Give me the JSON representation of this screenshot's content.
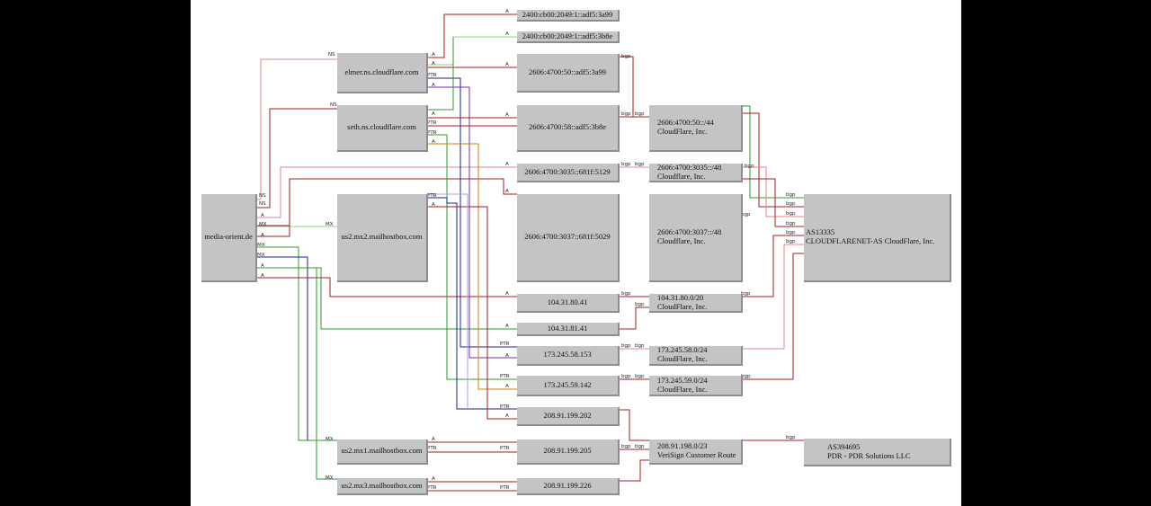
{
  "edge_labels": {
    "ns": "NS",
    "a": "A",
    "mx": "MX",
    "ptr": "PTR",
    "bgp": "bgp"
  },
  "colors": {
    "red": "#a31c1c",
    "lightred": "#d98888",
    "green": "#2e9b2e",
    "lightgreen": "#8ed08e",
    "navy": "#1c1f86",
    "purple": "#7a2ea6",
    "orange": "#c77f1a",
    "lavender": "#a8a0df"
  },
  "nodes": {
    "origin": "media-orient.de",
    "ns1": "elmer.ns.cloudflare.com",
    "ns2": "seth.ns.cloudflare.com",
    "mx2": "us2.mx2.mailhostbox.com",
    "mx1": "us2.mx1.mailhostbox.com",
    "mx3": "us2.mx3.mailhostbox.com",
    "ip6_1": "2400:cb00:2049:1::adf5:3a99",
    "ip6_2": "2400:cb00:2049:1::adf5:3b8e",
    "ip6_3": "2606:4700:50::adf5:3a99",
    "ip6_4": "2606:4700:58::adf5:3b8e",
    "ip6_5": "2606:4700:3035::681f:5129",
    "ip6_6": "2606:4700:3037::681f:5029",
    "ip4_1": "104.31.80.41",
    "ip4_2": "104.31.81.41",
    "ip4_3": "173.245.58.153",
    "ip4_4": "173.245.59.142",
    "ip4_5": "208.91.199.202",
    "ip4_6": "208.91.199.205",
    "ip4_7": "208.91.199.226",
    "pfx_1": "2606:4700:50::/44\nCloudFlare, Inc.",
    "pfx_2": "2606:4700:3035::/48\nCloudflare, Inc.",
    "pfx_3": "2606:4700:3037::/48\nCloudflare, Inc.",
    "pfx_4": "104.31.80.0/20\nCloudFlare, Inc.",
    "pfx_5": "173.245.58.0/24\nCloudFlare, Inc.",
    "pfx_6": "173.245.59.0/24\nCloudFlare, Inc.",
    "pfx_7": "208.91.198.0/23\nVeriSign Customer Route",
    "as_1": "AS13335\nCLOUDFLARENET-AS CloudFlare, Inc.",
    "as_2": "AS394695\nPDR - PDR Solutions LLC"
  }
}
